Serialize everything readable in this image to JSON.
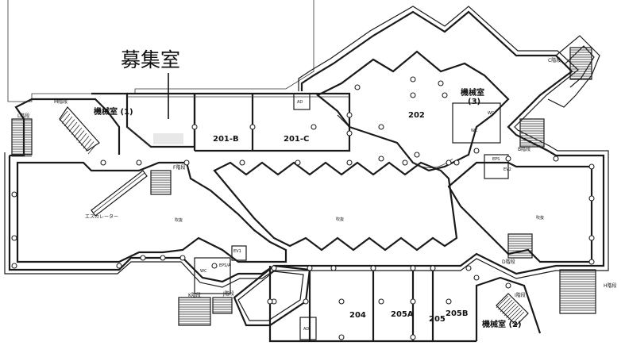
{
  "callout": {
    "label": "募集室"
  },
  "rooms": {
    "kikai1": "機械室 (1)",
    "kikai2": "機械室 (2)",
    "kikai3_line1": "機械室",
    "kikai3_line2": "(3)",
    "r201b": "201-B",
    "r201c": "201-C",
    "r202": "202",
    "r204": "204",
    "r205": "205",
    "r205a": "205A",
    "r205b": "205B"
  },
  "stairs": {
    "c": "C階段",
    "d": "D階段",
    "f": "F階段",
    "h": "H階段",
    "i": "I階段",
    "j": "J階段",
    "k": "K階段",
    "l": "L階段",
    "m": "M階段",
    "b": "B階段"
  },
  "misc": {
    "escalator": "エスカレーター",
    "void1": "吹抜",
    "void2": "吹抜",
    "void3": "吹抜",
    "ad1": "AD",
    "ad2": "AD",
    "wc1": "WC",
    "wc2": "WC",
    "wc3": "WC",
    "ev1": "EV1",
    "ev2": "EV2",
    "eps1": "EPS",
    "eps2": "EPS/A"
  }
}
